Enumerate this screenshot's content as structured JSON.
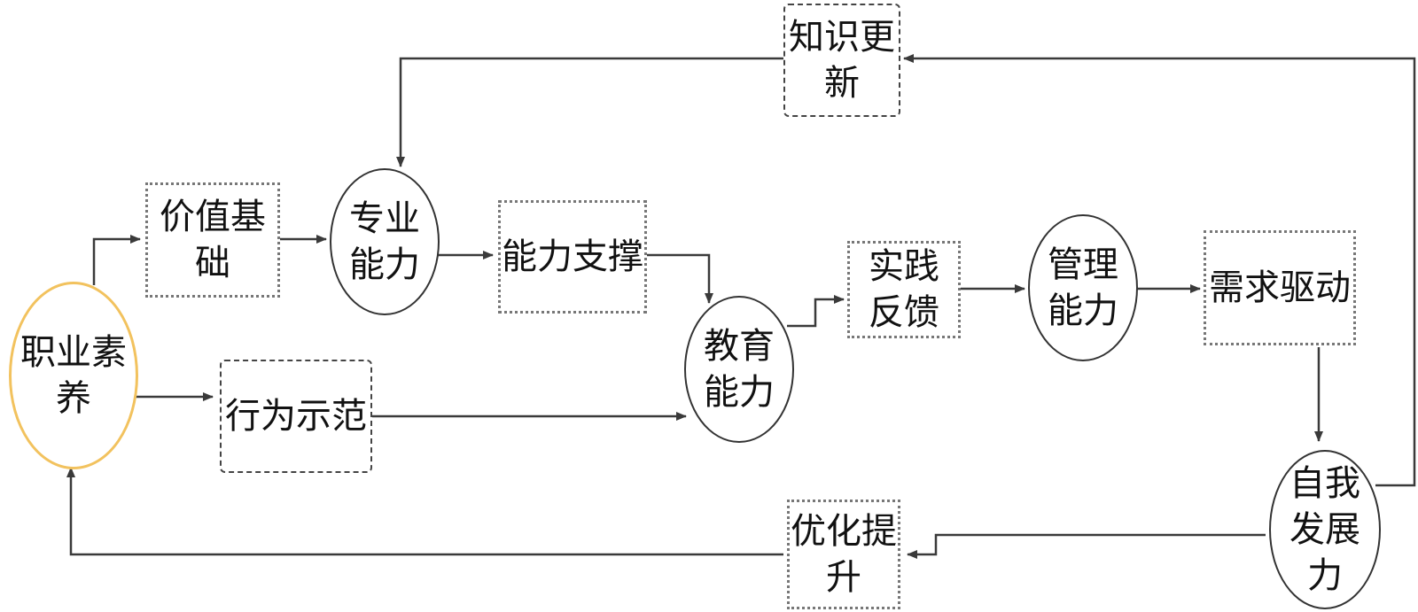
{
  "nodes": {
    "zhiye_suyang": "职业素养",
    "jiazhi_jichu": "价值基础",
    "zhuanye_nengli": "专业能力",
    "zhishi_gengxin": "知识更新",
    "nengli_zhicheng": "能力支撑",
    "jiaoyu_nengli": "教育能力",
    "xingwei_shifan": "行为示范",
    "shijian_fankui": "实践反馈",
    "guanli_nengli": "管理能力",
    "xuqiu_qudong": "需求驱动",
    "ziwo_fazhan": "自我发展力",
    "youhua_tisheng": "优化提升"
  },
  "colors": {
    "line": "#3a3a3a",
    "main_node_border": "#f2c25e",
    "dotted_border": "#777777",
    "dashed_border": "#444444"
  }
}
